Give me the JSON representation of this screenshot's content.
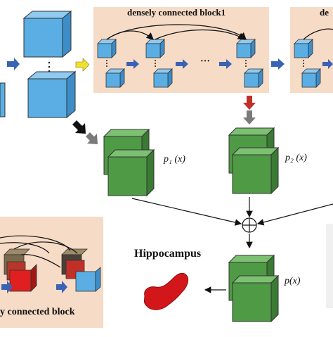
{
  "block1": {
    "title": "densely connected block1",
    "ellipsis": "···"
  },
  "block2": {
    "title_fragment": "de"
  },
  "inset": {
    "caption": "y connected block"
  },
  "outputs": {
    "p1": "p₁ (x)",
    "p2": "p₂ (x)",
    "p": "p(x)"
  },
  "result": {
    "label": "Hippocampus"
  },
  "colors": {
    "cube_blue": "#5aaee3",
    "cube_green": "#4f9a45",
    "block_bg": "#f6dbc6",
    "arrow_blue": "#3a63b5",
    "arrow_yellow": "#f0e030",
    "arrow_red": "#c03028",
    "arrow_gray": "#7a7a7a",
    "hippocampus_red": "#d3161a"
  }
}
